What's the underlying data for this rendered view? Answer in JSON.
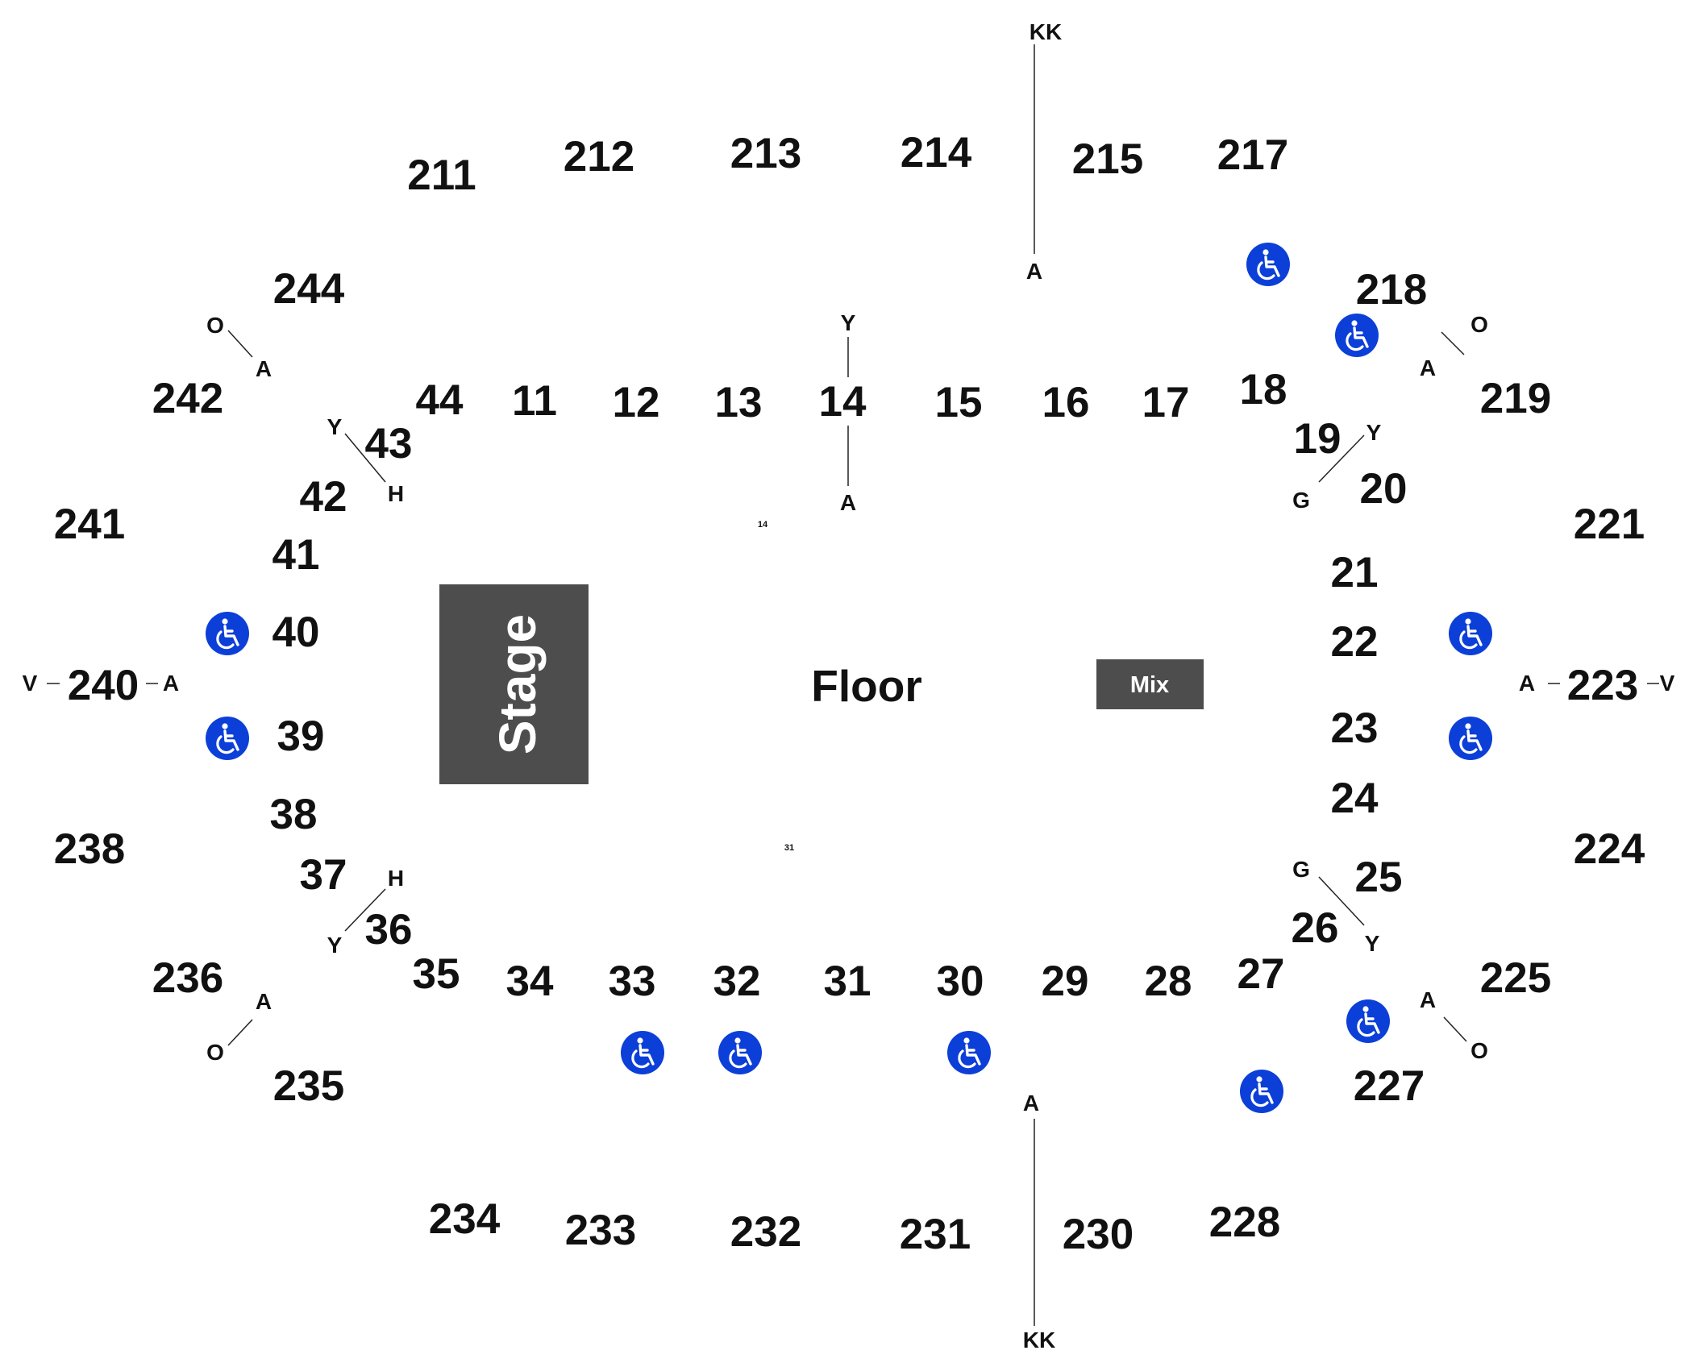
{
  "colors": {
    "stage": "#4d4d4d",
    "mix": "#4d4d4d",
    "accessible": "#0b3fd8",
    "text": "#111111"
  },
  "stage": {
    "label": "Stage"
  },
  "floor": {
    "label": "Floor"
  },
  "mix": {
    "label": "Mix"
  },
  "sections": {
    "211": "211",
    "212": "212",
    "213": "213",
    "214": "214",
    "215": "215",
    "217": "217",
    "218": "218",
    "219": "219",
    "221": "221",
    "223": "223",
    "224": "224",
    "225": "225",
    "227": "227",
    "228": "228",
    "230": "230",
    "231": "231",
    "232": "232",
    "233": "233",
    "234": "234",
    "235": "235",
    "236": "236",
    "238": "238",
    "240": "240",
    "241": "241",
    "242": "242",
    "244": "244",
    "11": "11",
    "12": "12",
    "13": "13",
    "14": "14",
    "15": "15",
    "16": "16",
    "17": "17",
    "18": "18",
    "19": "19",
    "20": "20",
    "21": "21",
    "22": "22",
    "23": "23",
    "24": "24",
    "25": "25",
    "26": "26",
    "27": "27",
    "28": "28",
    "29": "29",
    "30": "30",
    "31": "31",
    "32": "32",
    "33": "33",
    "34": "34",
    "35": "35",
    "36": "36",
    "37": "37",
    "38": "38",
    "39": "39",
    "40": "40",
    "41": "41",
    "42": "42",
    "43": "43",
    "44": "44"
  },
  "rows": {
    "kk": "KK",
    "a": "A",
    "y": "Y",
    "o": "O",
    "h": "H",
    "g": "G",
    "v": "V"
  },
  "mini_labels": {
    "m14": "14",
    "m31": "31"
  },
  "icons": {
    "accessible": "wheelchair-icon"
  }
}
